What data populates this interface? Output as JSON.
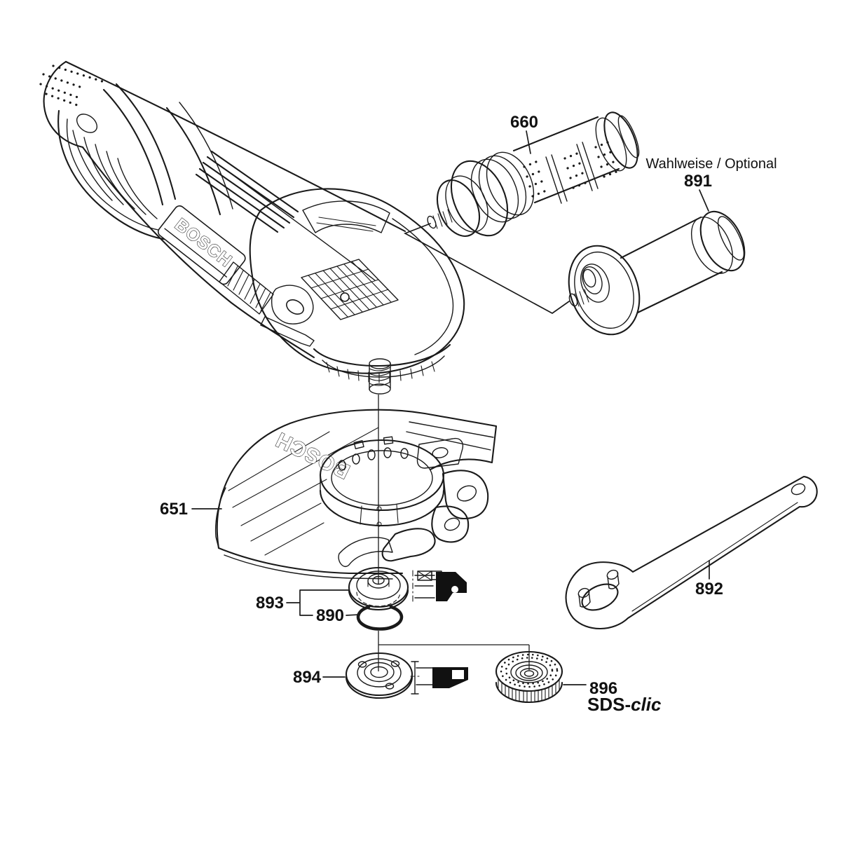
{
  "figure": {
    "type": "exploded-parts-diagram",
    "background_color": "#ffffff",
    "line_color": "#1a1a1a"
  },
  "branding": {
    "body_logo": "BOSCH",
    "guard_logo": "BOSCH"
  },
  "labels": {
    "handle_660": "660",
    "optional_note": "Wahlweise / Optional",
    "handle_891": "891",
    "guard_651": "651",
    "wrench_892": "892",
    "flange_893": "893",
    "oring_890": "890",
    "nut_894": "894",
    "sds_nut_896": "896",
    "sds_prefix": "SDS-",
    "sds_suffix": "clic"
  },
  "parts": [
    {
      "label": "660"
    },
    {
      "label": "891",
      "note": "Wahlweise / Optional"
    },
    {
      "label": "651"
    },
    {
      "label": "892"
    },
    {
      "label": "893"
    },
    {
      "label": "890"
    },
    {
      "label": "894"
    },
    {
      "label": "896",
      "wordmark": "SDS-clic"
    }
  ]
}
